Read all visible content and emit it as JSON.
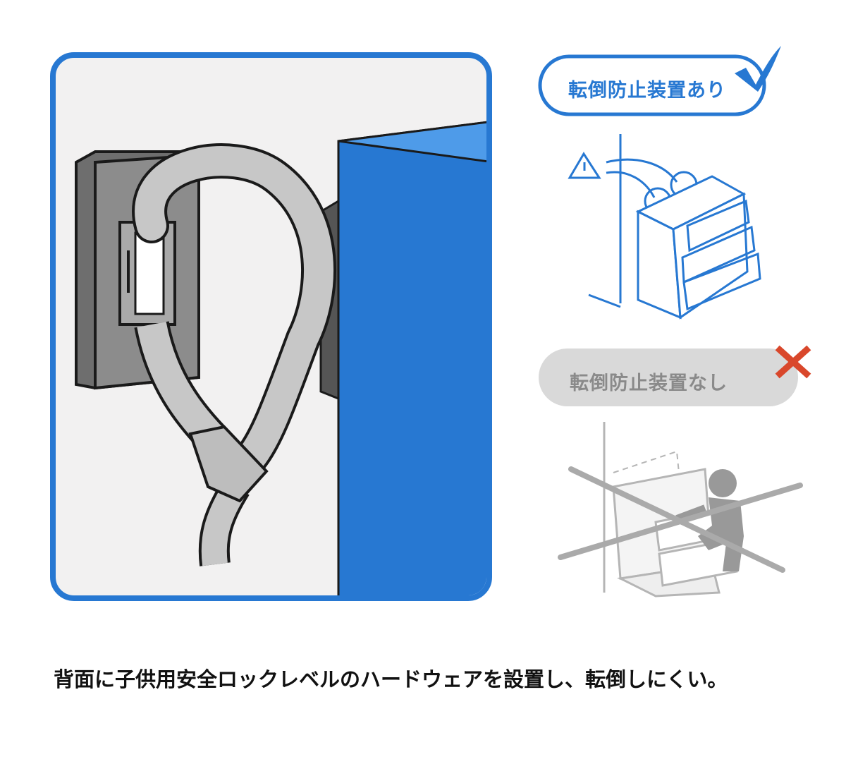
{
  "with_device": {
    "label": "転倒防止装置あり",
    "status_icon": "check-icon"
  },
  "without_device": {
    "label": "転倒防止装置なし",
    "status_icon": "cross-icon"
  },
  "caption": "背面に子供用安全ロックレベルのハードウェアを設置し、転倒しにくい。",
  "colors": {
    "accent_blue": "#2778d2",
    "panel_bg": "#f2f1f1",
    "strap_gray": "#c7c7c7",
    "inactive_gray": "#d9d9d9",
    "inactive_text": "#8a8a8a",
    "cross_red": "#d9472b"
  }
}
